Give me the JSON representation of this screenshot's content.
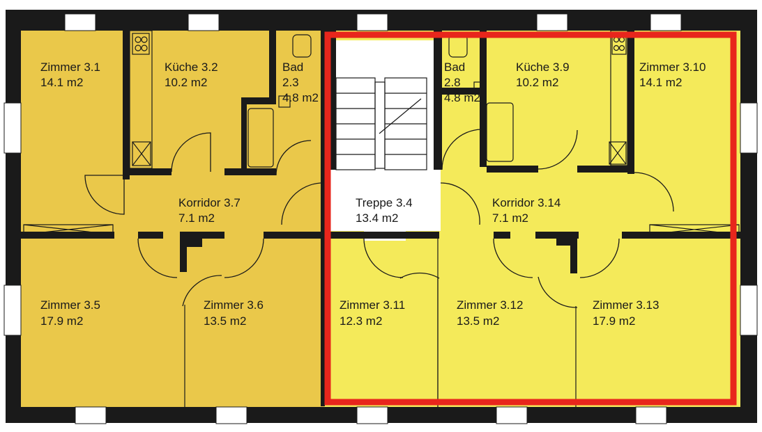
{
  "plan": {
    "colors": {
      "left_unit": "#eac84a",
      "right_unit": "#f4ea5a",
      "wall": "#1a1a1a",
      "highlight": "#e8261c",
      "stair": "#ffffff"
    },
    "rooms": [
      {
        "name": "Zimmer 3.1",
        "area": "14.1 m2"
      },
      {
        "name": "Küche 3.2",
        "area": "10.2 m2"
      },
      {
        "name": "Bad",
        "area": "2.3",
        "area2": "4.8 m2"
      },
      {
        "name": "Korridor 3.7",
        "area": "7.1 m2"
      },
      {
        "name": "Zimmer 3.5",
        "area": "17.9 m2"
      },
      {
        "name": "Zimmer 3.6",
        "area": "13.5 m2"
      },
      {
        "name": "Treppe 3.4",
        "area": "13.4 m2"
      },
      {
        "name": "Bad",
        "area": "2.8",
        "area2": "4.8 m2"
      },
      {
        "name": "Küche 3.9",
        "area": "10.2 m2"
      },
      {
        "name": "Zimmer 3.10",
        "area": "14.1 m2"
      },
      {
        "name": "Korridor 3.14",
        "area": "7.1 m2"
      },
      {
        "name": "Zimmer 3.11",
        "area": "12.3 m2"
      },
      {
        "name": "Zimmer 3.12",
        "area": "13.5 m2"
      },
      {
        "name": "Zimmer 3.13",
        "area": "17.9 m2"
      }
    ]
  }
}
